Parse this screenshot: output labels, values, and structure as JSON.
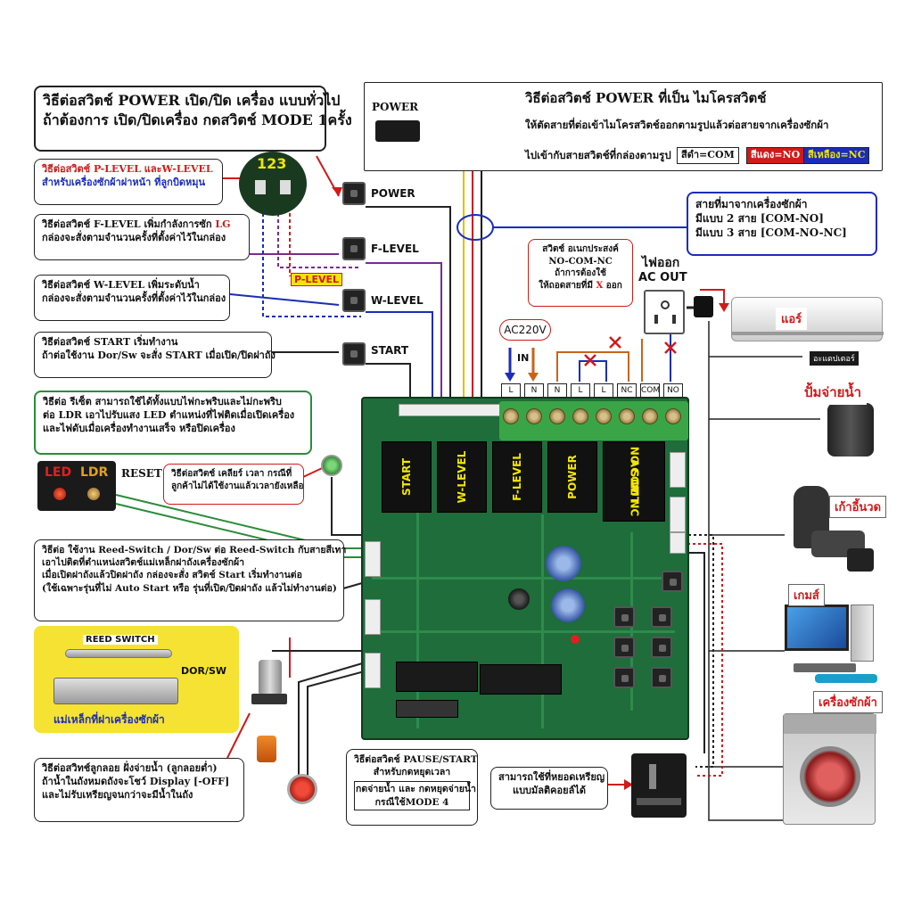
{
  "power_general": {
    "line1": "วิธีต่อสวิตช์ POWER เปิด/ปิด เครื่อง แบบทั่วไป",
    "line2": "ถ้าต้องการ เปิด/ปิดเครื่อง กดสวิตช์ MODE 1ครั้ง"
  },
  "plevel_wlevel": {
    "line1": "วิธีต่อสวิตช์ P-LEVEL และW-LEVEL",
    "line2": "สำหรับเครื่องซักผ้าฝาหน้า ที่ลูกบิดหมุน"
  },
  "flevel": {
    "line1_pre": "วิธีต่อสวิตช์ F-LEVEL เพิ่มกำลังการซัก ",
    "line1_brand": "LG",
    "line2": "กล่องจะสั่งตามจำนวนครั้งที่ตั้งค่าไว้ในกล่อง"
  },
  "wlevel": {
    "line1": "วิธีต่อสวิตช์ W-LEVEL เพิ่มระดับน้ำ",
    "line2": "กล่องจะสั่งตามจำนวนครั้งที่ตั้งค่าไว้ในกล่อง"
  },
  "start": {
    "line1": "วิธีต่อสวิตช์ START เริ่มทำงาน",
    "line2": "ถ้าต่อใช้งาน Dor/Sw จะสั่ง START เมื่อเปิด/ปิดฝาถัง"
  },
  "reset_led": {
    "line1": "วิธีต่อ รีเซ็ต สามารถใช้ได้ทั้งแบบไฟกะพริบและไม่กะพริบ",
    "line2": "ต่อ LDR เอาไปรับแสง LED ตำแหน่งที่ไฟติดเมื่อเปิดเครื่อง",
    "line3": "และไฟดับเมื่อเครื่องทำงานเสร็จ หรือปิดเครื่อง"
  },
  "led_ldr": {
    "led": "LED",
    "ldr": "LDR",
    "reset": "RESET"
  },
  "clear_time": {
    "line1": "วิธีต่อสวิตช์ เคลียร์ เวลา กรณีที่",
    "line2": "ลูกค้าไม่ได้ใช้งานแล้วเวลายังเหลือ"
  },
  "reed_switch": {
    "line1": "วิธีต่อ ใช้งาน Reed-Switch / Dor/Sw ต่อ Reed-Switch กับสายสีเทา",
    "line2": "เอาไปติดที่ตำแหน่งสวิตช์แม่เหล็กฝาถังเครื่องซักผ้า",
    "line3": "เมื่อเปิดฝาถังแล้วปิดฝาถัง กล่องจะสั่ง สวิตช์ Start เริ่มทำงานต่อ",
    "line4": "(ใช้เฉพาะรุ่นที่ไม่ Auto Start หรือ รุ่นที่เปิด/ปิดฝาถัง แล้วไม่ทำงานต่อ)"
  },
  "reed_panel": {
    "reed_label": "REED SWITCH",
    "dor_sw": "DOR/SW",
    "magnet": "แม่เหล็กที่ฝาเครื่องซักผ้า"
  },
  "float_switch": {
    "line1": "วิธีต่อสวิทช์ลูกลอย ฝั่งจ่ายน้ำ (ลูกลอยต่ำ)",
    "line2": "ถ้าน้ำในถังหมดถังจะโชว์ Display [-OFF]",
    "line3": "และไม่รับเหรียญจนกว่าจะมีน้ำในถัง"
  },
  "pause_start": {
    "line1": "วิธีต่อสวิตช์ PAUSE/START",
    "line2": "สำหรับกดหยุดเวลา",
    "line3": "กดจ่ายน้ำ และ กดหยุดจ่ายน้ำ",
    "line4": "กรณีใช้MODE 4"
  },
  "coin": {
    "line1": "สามารถใช้ที่หยอดเหรียญ",
    "line2": "แบบมัลติคอยล์ได้"
  },
  "micro_switch": {
    "power_label": "POWER",
    "line1": "วิธีต่อสวิตช์ POWER ที่เป็น ไมโครสวิตช์",
    "line2": "ให้ตัดสายที่ต่อเข้าไมโครสวิตช์ออกตามรูปแล้วต่อสายจากเครื่องซักผ้า",
    "line3": "ไปเข้ากับสายสวิตช์ที่กล่องตามรูป",
    "black": "สีดำ=COM",
    "red": "สีแดง=NO",
    "yellow": "สีเหลือง=NC"
  },
  "washer_wires": {
    "line1": "สายที่มาจากเครื่องซักผ้า",
    "line2": "มีแบบ 2 สาย [COM-NO]",
    "line3": "มีแบบ 3 สาย [COM-NO-NC]"
  },
  "switch_options": {
    "line1": "สวิตช์ อเนกประสงค์",
    "line2": "NO-COM-NC",
    "line3": "ถ้าการต้องใช้",
    "line4_pre": "ให้ถอดสายที่มี ",
    "line4_x": "X",
    "line4_post": " ออก"
  },
  "ac_out": {
    "line1": "ไฟออก",
    "line2": "AC OUT"
  },
  "ac220": {
    "label": "AC220V",
    "in": "IN"
  },
  "dip": {
    "digits": "123"
  },
  "buttons": {
    "power": "POWER",
    "flevel": "F-LEVEL",
    "plevel": "P-LEVEL",
    "wlevel": "W-LEVEL",
    "start": "START"
  },
  "terminals": [
    "L",
    "N",
    "N",
    "L",
    "L",
    "NC",
    "COM",
    "NO"
  ],
  "relays": [
    "START",
    "W-LEVEL",
    "F-LEVEL",
    "POWER"
  ],
  "relay_sw": {
    "l1": "S.W",
    "l2": "AC OUT",
    "l3": "NO COM NC"
  },
  "devices": {
    "aircon": "แอร์",
    "inverter": "อะแดปเตอร์",
    "pump": "ปั้มจ่ายน้ำ",
    "chair": "เก้าอี้นวด",
    "game": "เกมส์",
    "washer": "เครื่องซักผ้า"
  },
  "colors": {
    "board": "#1e6d3a",
    "wire_red": "#d11a1a",
    "wire_purple": "#7a2b8f",
    "wire_blue": "#1a2db8",
    "wire_orange": "#c8641a",
    "wire_green": "#2a8c3a"
  }
}
